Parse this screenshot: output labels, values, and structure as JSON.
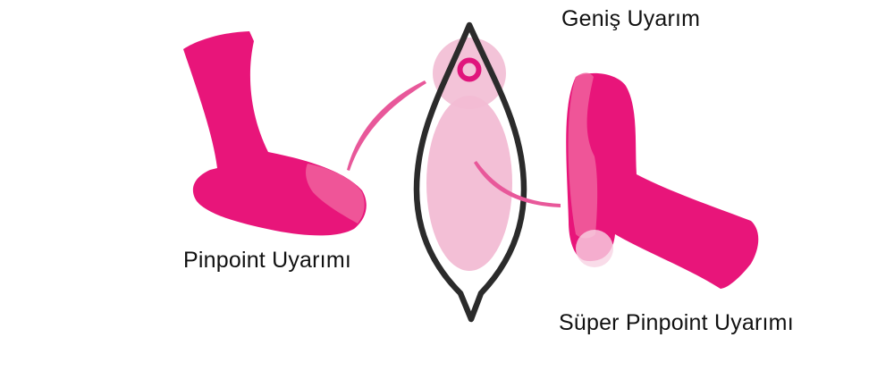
{
  "labels": {
    "broad_stimulation": "Geniş Uyarım",
    "pinpoint_stimulation": "Pinpoint Uyarımı",
    "super_pinpoint_stimulation": "Süper Pinpoint Uyarımı"
  },
  "colors": {
    "product_magenta": "#e8157a",
    "product_highlight": "#f0609e",
    "zone_pink": "#f2bcd4",
    "target_ring": "#e0157c",
    "outline": "#2b2b2b"
  }
}
